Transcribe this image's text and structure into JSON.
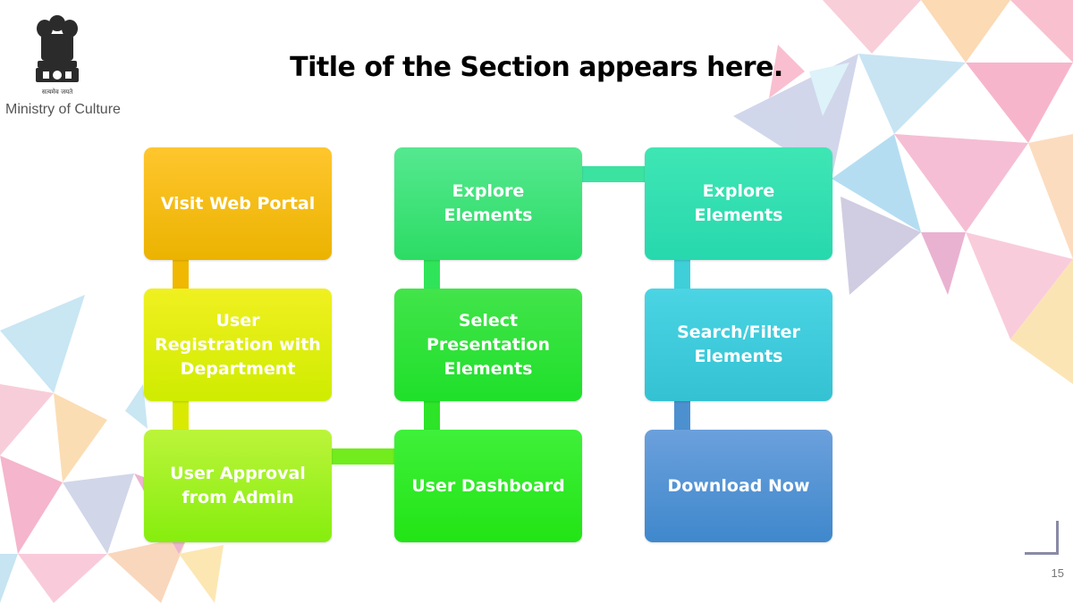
{
  "header": {
    "ministry_label": "Ministry of Culture",
    "emblem_motto": "सत्यमेव जयते",
    "title": "Title of the Section appears here."
  },
  "flowchart": {
    "nodes": [
      {
        "id": "visit",
        "label": "Visit Web Portal",
        "color_top": "#ffc62e",
        "color_bottom": "#ebb300"
      },
      {
        "id": "register",
        "label": "User Registration with Department",
        "color_top": "#f0f020",
        "color_bottom": "#cfec00"
      },
      {
        "id": "approval",
        "label": "User Approval from Admin",
        "color_top": "#bcf43a",
        "color_bottom": "#86ee0e"
      },
      {
        "id": "dashboard",
        "label": "User Dashboard",
        "color_top": "#3ff03a",
        "color_bottom": "#22e415"
      },
      {
        "id": "select",
        "label": "Select Presentation Elements",
        "color_top": "#42e44a",
        "color_bottom": "#1fe02a"
      },
      {
        "id": "explore1",
        "label": "Explore Elements",
        "color_top": "#55e890",
        "color_bottom": "#2cdc64"
      },
      {
        "id": "explore2",
        "label": "Explore Elements",
        "color_top": "#3fe6b4",
        "color_bottom": "#27d8ae"
      },
      {
        "id": "search",
        "label": "Search/Filter Elements",
        "color_top": "#4ad4e4",
        "color_bottom": "#34c2d2"
      },
      {
        "id": "download",
        "label": "Download Now",
        "color_top": "#6ba0dc",
        "color_bottom": "#3f88cc"
      }
    ],
    "edges": [
      {
        "from": "visit",
        "to": "register"
      },
      {
        "from": "register",
        "to": "approval"
      },
      {
        "from": "approval",
        "to": "dashboard"
      },
      {
        "from": "dashboard",
        "to": "select"
      },
      {
        "from": "select",
        "to": "explore1"
      },
      {
        "from": "explore1",
        "to": "explore2"
      },
      {
        "from": "explore2",
        "to": "search"
      },
      {
        "from": "search",
        "to": "download"
      }
    ]
  },
  "footer": {
    "page_number": "15"
  }
}
